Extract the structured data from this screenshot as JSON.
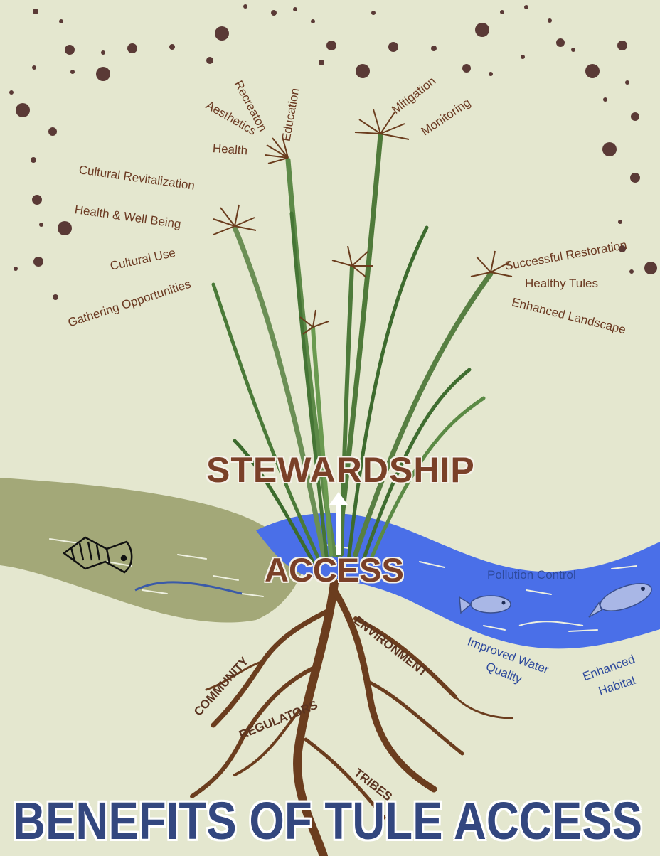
{
  "title": "BENEFITS OF TULE ACCESS",
  "center": {
    "stewardship": "STEWARDSHIP",
    "access": "ACCESS"
  },
  "plant_labels": {
    "recreation": "Recreaton",
    "education": "Education",
    "aesthetics": "Aesthetics",
    "health": "Health",
    "mitigation": "Mitigation",
    "monitoring": "Monitoring",
    "cultural_revitalization": "Cultural Revitalization",
    "health_well_being": "Health & Well Being",
    "cultural_use": "Cultural Use",
    "gathering_opportunities": "Gathering Opportunities",
    "successful_restoration": "Successful Restoration",
    "healthy_tules": "Healthy Tules",
    "enhanced_landscape": "Enhanced Landscape"
  },
  "water_labels": {
    "pollution_control": "Pollution Control",
    "improved_water": "Improved Water",
    "quality": "Quality",
    "enhanced": "Enhanced",
    "habitat": "Habitat"
  },
  "root_labels": {
    "community": "COMMUNITY",
    "regulators": "REGULATORS",
    "environment": "ENVIRONMENT",
    "tribes": "TRIBES"
  },
  "colors": {
    "background": "#e4e7cf",
    "seed_dots": "#5a3a36",
    "clean_river": "#4a6fe8",
    "polluted_river": "#a3a878",
    "roots": "#6b3d1e",
    "tule_green": "#4f7a3a",
    "title_blue": "#33477f",
    "label_brown": "#6b3a22"
  },
  "icons": [
    "dead-fish-icon",
    "healthy-fish-icon",
    "up-arrow-icon",
    "tule-seedhead-icon"
  ]
}
